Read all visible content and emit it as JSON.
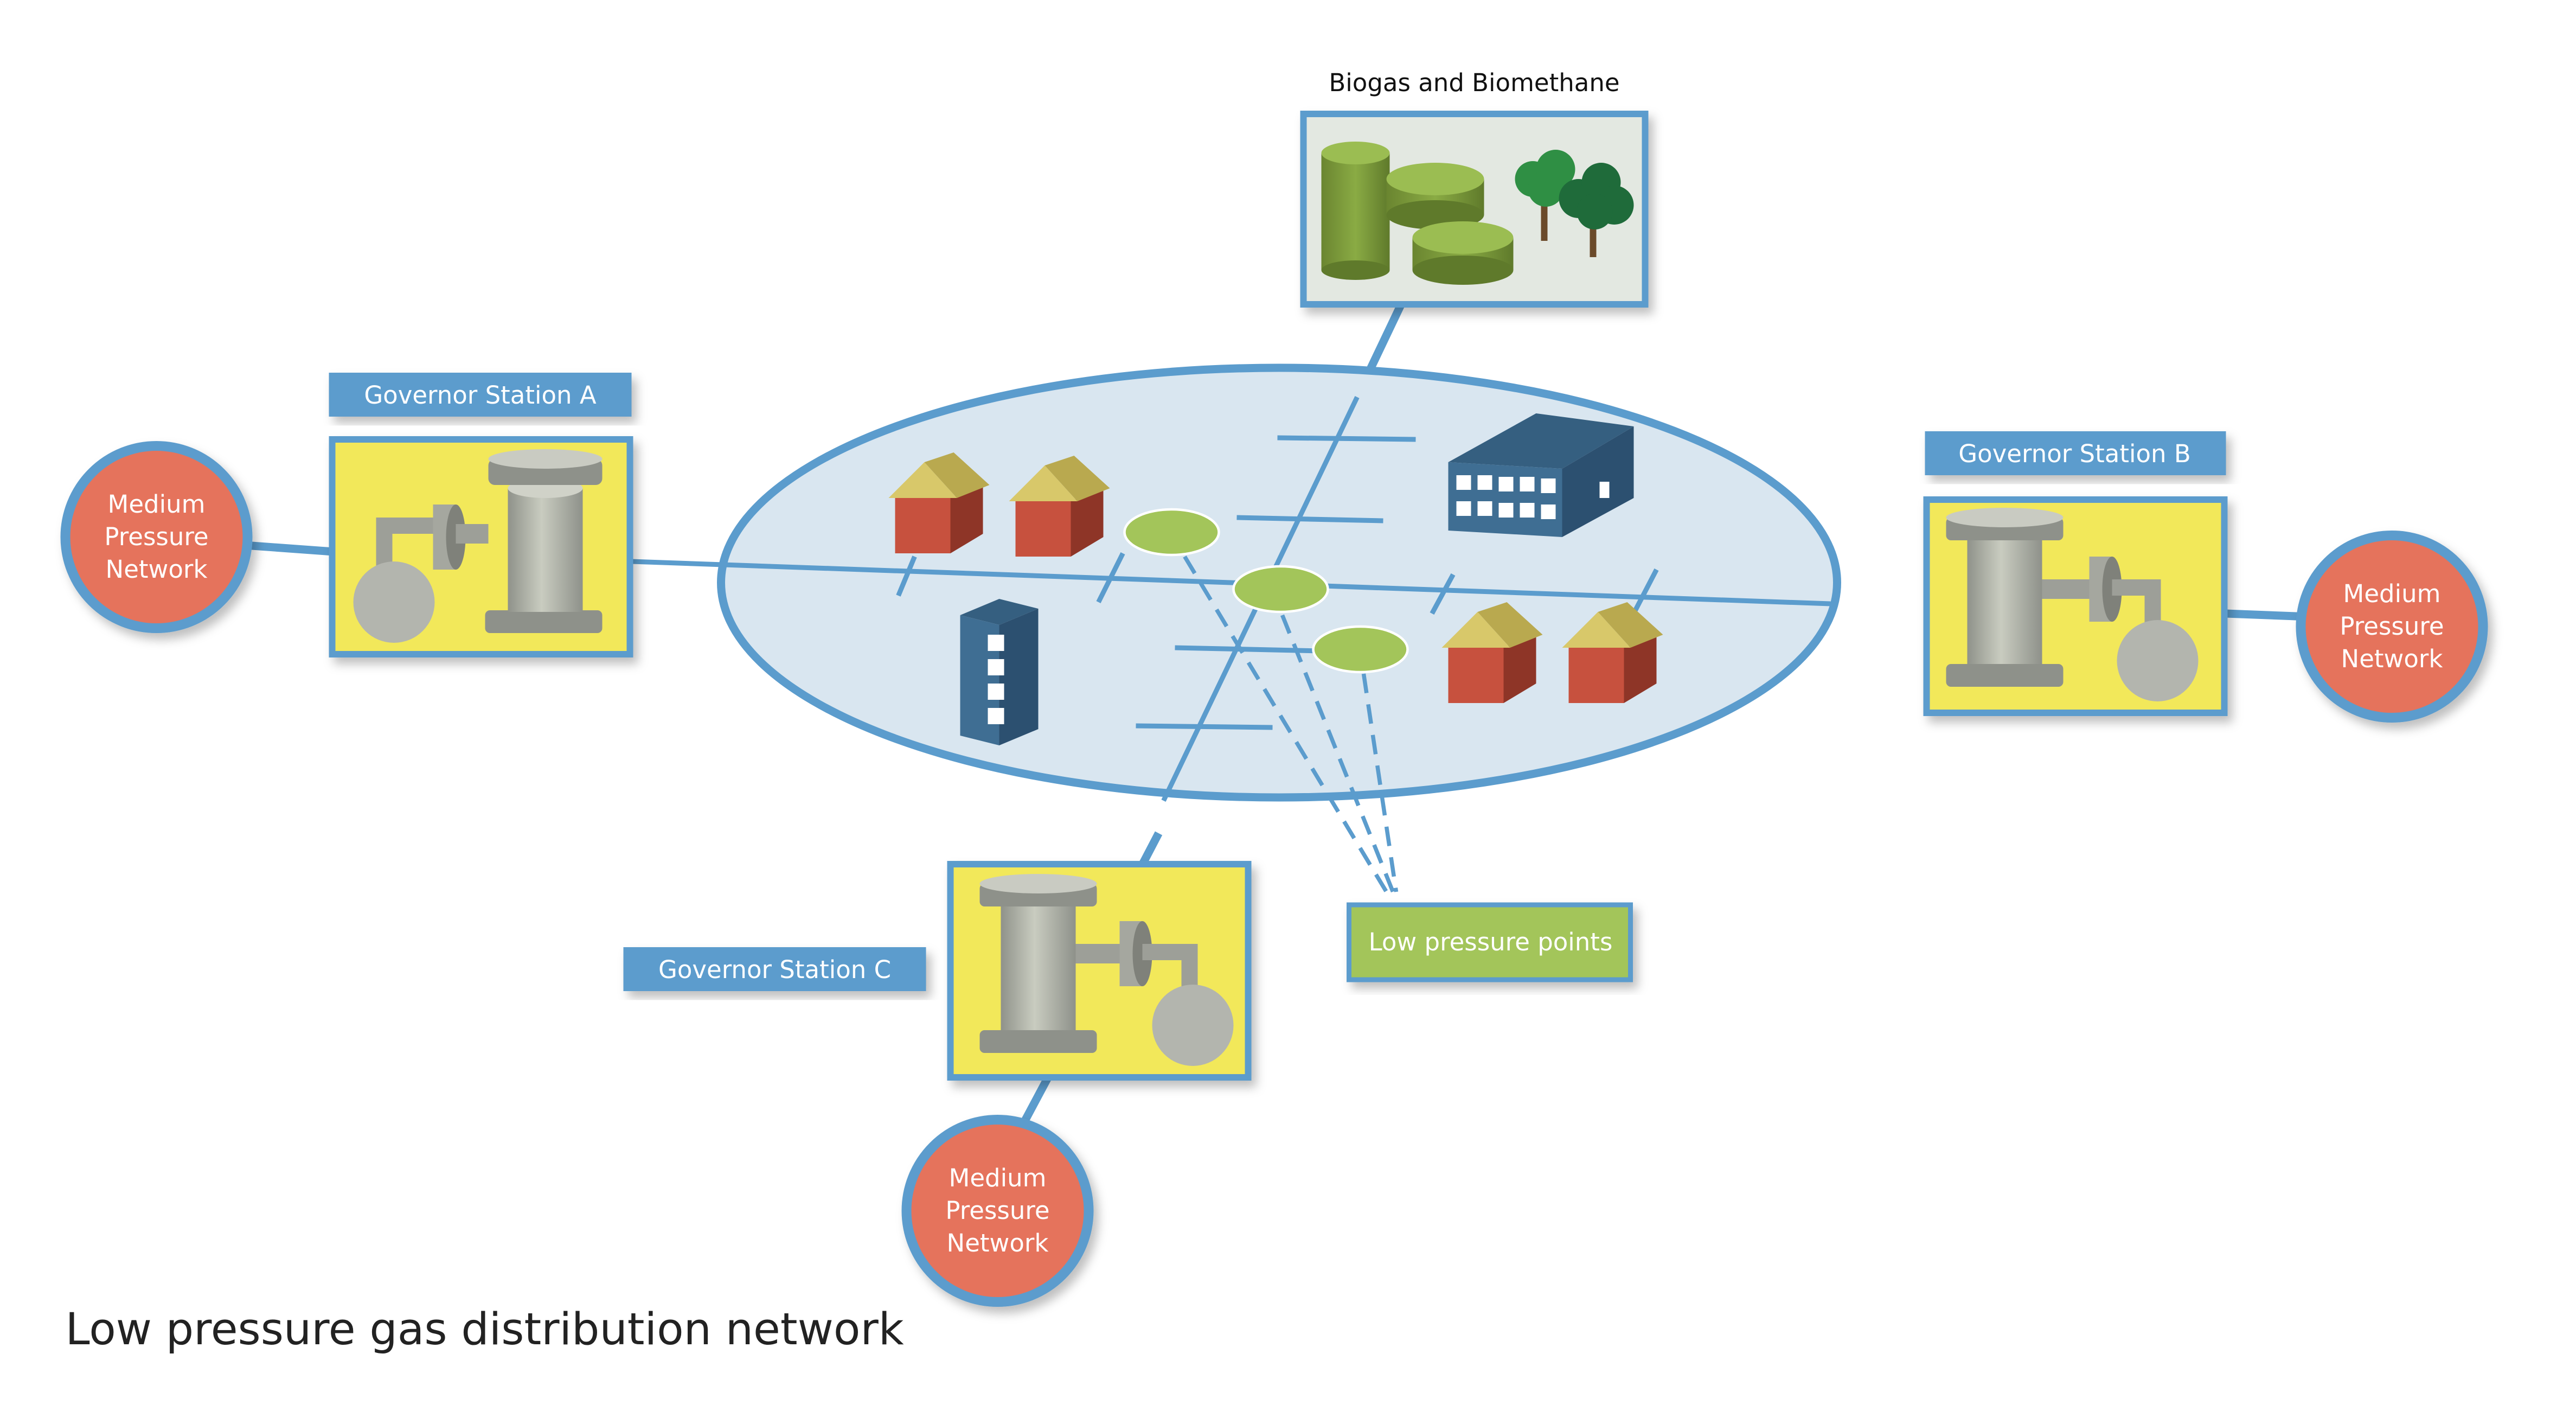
{
  "caption": "Low pressure gas distribution network",
  "biogas_label": "Biogas and Biomethane",
  "low_pressure_label": "Low pressure points",
  "governors": {
    "a": {
      "label": "Governor Station A"
    },
    "b": {
      "label": "Governor Station B"
    },
    "c": {
      "label": "Governor Station C"
    }
  },
  "mp_network": {
    "line1": "Medium",
    "line2": "Pressure",
    "line3": "Network"
  },
  "colors": {
    "pipe": "#5b9ccd",
    "zone_fill": "#d9e6f0",
    "label_bg": "#5b9ccd",
    "station_fill": "#f2e85a",
    "network_fill": "#e5735c",
    "low_point_fill": "#a3c55a",
    "house_wall": "#c7513e",
    "house_roof": "#c8b95a",
    "building_blue": "#3f6e93",
    "biogas_tank": "#7d9b3a"
  },
  "icons": [
    "governor-icon",
    "house-icon",
    "office-building-icon",
    "tower-block-icon",
    "biogas-tank-icon",
    "tree-icon"
  ]
}
